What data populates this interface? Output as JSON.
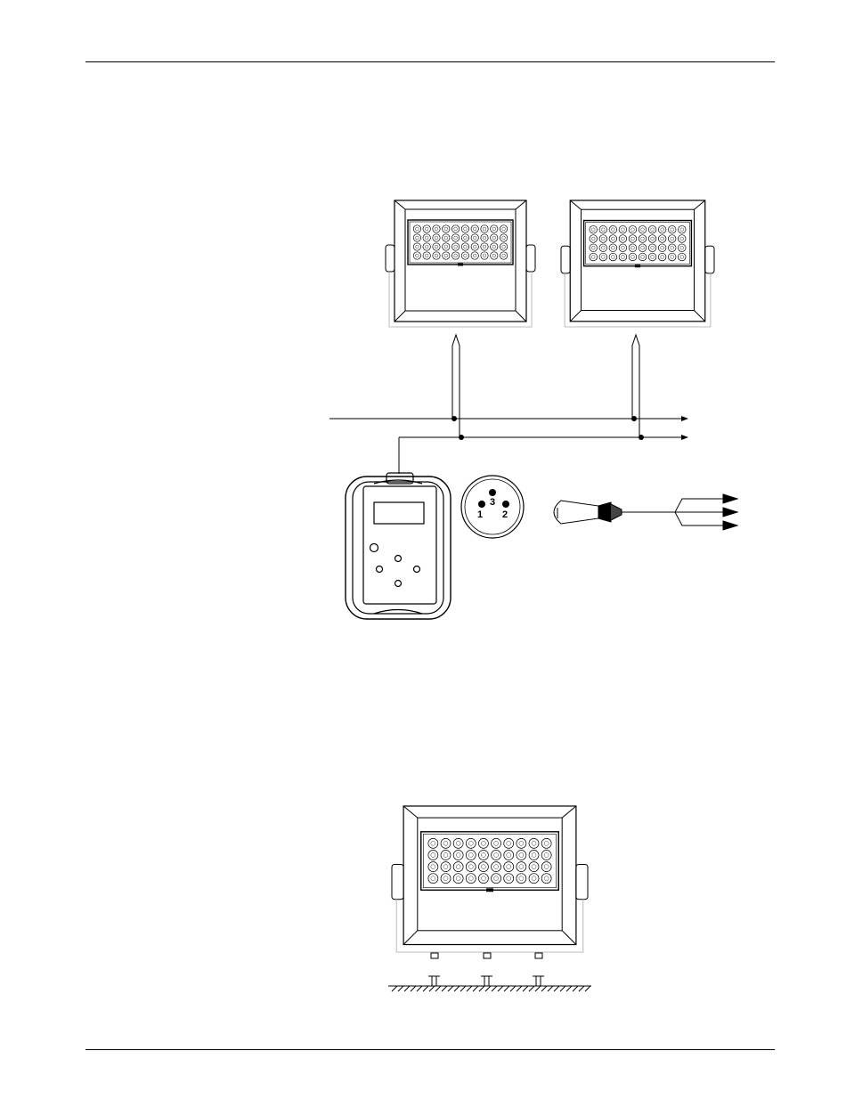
{
  "connector": {
    "pins": [
      {
        "label": "1"
      },
      {
        "label": "2"
      },
      {
        "label": "3"
      }
    ]
  },
  "colors": {
    "line": "#000000",
    "light_gray": "#cccccc",
    "background": "#ffffff"
  },
  "fixture_led_grid": {
    "rows": 4,
    "cols": 10
  }
}
